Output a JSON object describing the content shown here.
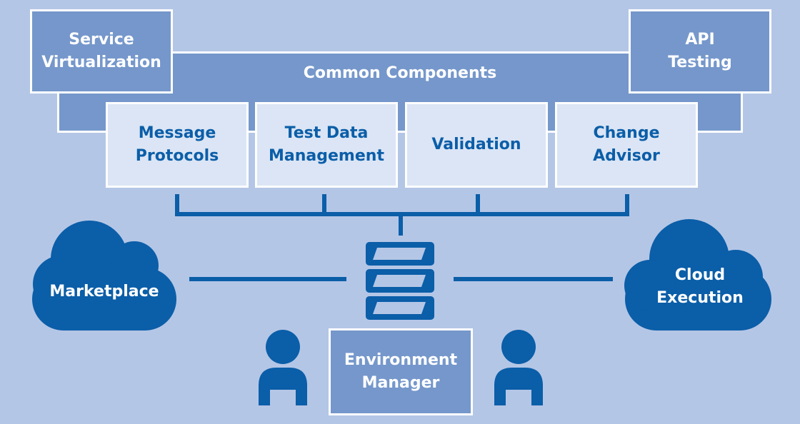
{
  "top": {
    "common_components": "Common Components",
    "service_virtualization": "Service\nVirtualization",
    "api_testing": "API\nTesting"
  },
  "components": [
    {
      "label": "Message\nProtocols"
    },
    {
      "label": "Test Data\nManagement"
    },
    {
      "label": "Validation"
    },
    {
      "label": "Change\nAdvisor"
    }
  ],
  "clouds": {
    "left": "Marketplace",
    "right": "Cloud\nExecution"
  },
  "environment_manager": "Environment\nManager",
  "colors": {
    "background": "#b4c6e6",
    "box_dark": "#7597cb",
    "box_light": "#dbe5f5",
    "accent": "#0b5ea8"
  },
  "icons": [
    "cloud-icon",
    "server-stack-icon",
    "person-icon"
  ]
}
